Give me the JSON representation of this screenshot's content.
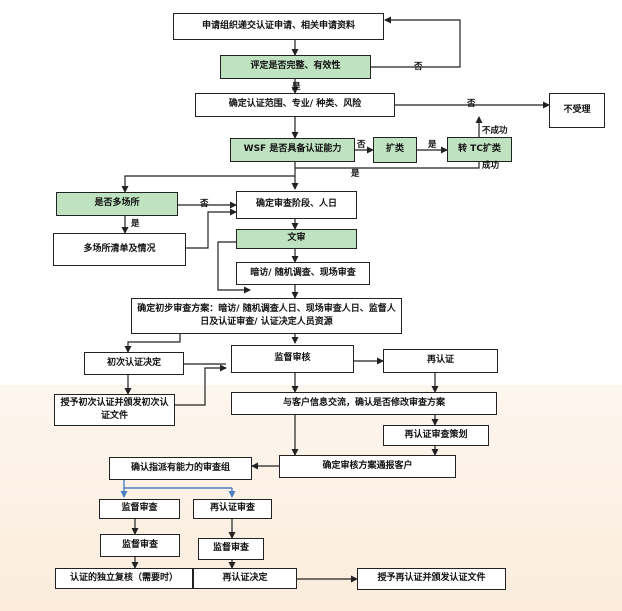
{
  "nodes": {
    "submit": "申请组织递交认证申请、相关申请资料",
    "evaluate": "评定是否完整、有效性",
    "scope": "确定认证范围、专业/ 种类、风险",
    "reject": "不受理",
    "wsf_capable": "WSF 是否具备认证能力",
    "expand": "扩类",
    "tc_expand": "转 TC扩类",
    "multi_site": "是否多场所",
    "site_list": "多场所清单及情况",
    "stage_days": "确定审查阶段、人日",
    "doc_review": "文审",
    "visits": "暗访/ 随机调查、现场审查",
    "plan": "确定初步审查方案：暗访/ 随机调查人日、现场审查人日、监督人日及认证审查/ 认证决定人员资源",
    "initial_decision": "初次认证决定",
    "surveillance": "监督审核",
    "recert": "再认证",
    "grant_initial": "授予初次认证并颁发初次认证文件",
    "communicate": "与客户信息交流，确认是否修改审查方案",
    "recert_plan": "再认证审查策划",
    "assign_team": "确认指派有能力的审查组",
    "confirm_plan": "确定审核方案通报客户",
    "surv_audit_1": "监督审查",
    "recert_audit": "再认证审查",
    "surv_audit_2": "监督审查",
    "surv_audit_3": "监督审查",
    "independent_review": "认证的独立复核（需要时）",
    "recert_decision": "再认证决定",
    "grant_recert": "授予再认证并颁发认证文件"
  },
  "labels": {
    "no_1": "否",
    "yes_1": "是",
    "no_2": "否",
    "no_3": "否",
    "yes_2": "是",
    "fail": "不成功",
    "success": "成功",
    "yes_3": "是",
    "no_4": "否",
    "yes_4": "是"
  },
  "colors": {
    "decision_fill": "#bfe3c0",
    "blue_arrow": "#4a7fc1"
  }
}
